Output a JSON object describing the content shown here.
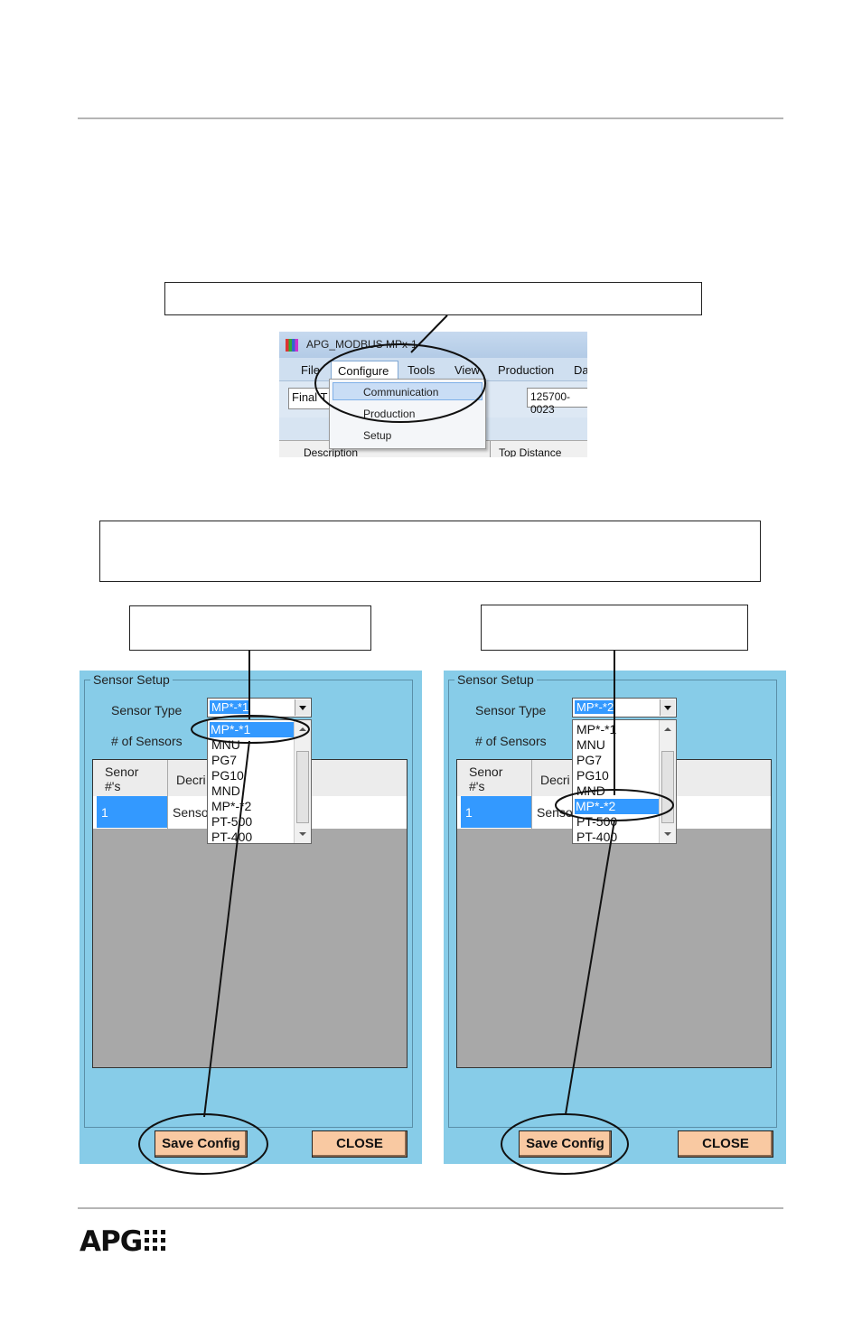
{
  "menu_screenshot": {
    "title": "APG_MODBUS MPx-1",
    "menubar": [
      "File",
      "Configure",
      "Tools",
      "View",
      "Production",
      "Da"
    ],
    "toolbar_field_left": "Final T",
    "toolbar_field_right": "125700-0023",
    "dropdown": [
      "Communication",
      "Production",
      "Setup"
    ],
    "bottom_left": "Description",
    "bottom_right": "Top Distance (mm)"
  },
  "panels": [
    {
      "group_title": "Sensor Setup",
      "sensor_type_label": "Sensor Type",
      "num_sensors_label": "# of Sensors",
      "combo_value": "MP*-*1",
      "grid_col1_header": "Senor\n#'s",
      "grid_col2_header": "Decri",
      "row_num": "1",
      "row_desc": "Senso",
      "list_items": [
        "MP*-*1",
        "MNU",
        "PG7",
        "PG10",
        "MND",
        "MP*-*2",
        "PT-500",
        "PT-400"
      ],
      "selected_index": 0,
      "save_label": "Save Config",
      "close_label": "CLOSE"
    },
    {
      "group_title": "Sensor Setup",
      "sensor_type_label": "Sensor Type",
      "num_sensors_label": "# of Sensors",
      "combo_value": "MP*-*2",
      "grid_col1_header": "Senor\n#'s",
      "grid_col2_header": "Decri",
      "row_num": "1",
      "row_desc": "Senso",
      "list_items": [
        "MP*-*1",
        "MNU",
        "PG7",
        "PG10",
        "MND",
        "MP*-*2",
        "PT-500",
        "PT-400"
      ],
      "selected_index": 5,
      "save_label": "Save Config",
      "close_label": "CLOSE"
    }
  ],
  "footer": {
    "logo_text": "APG"
  }
}
